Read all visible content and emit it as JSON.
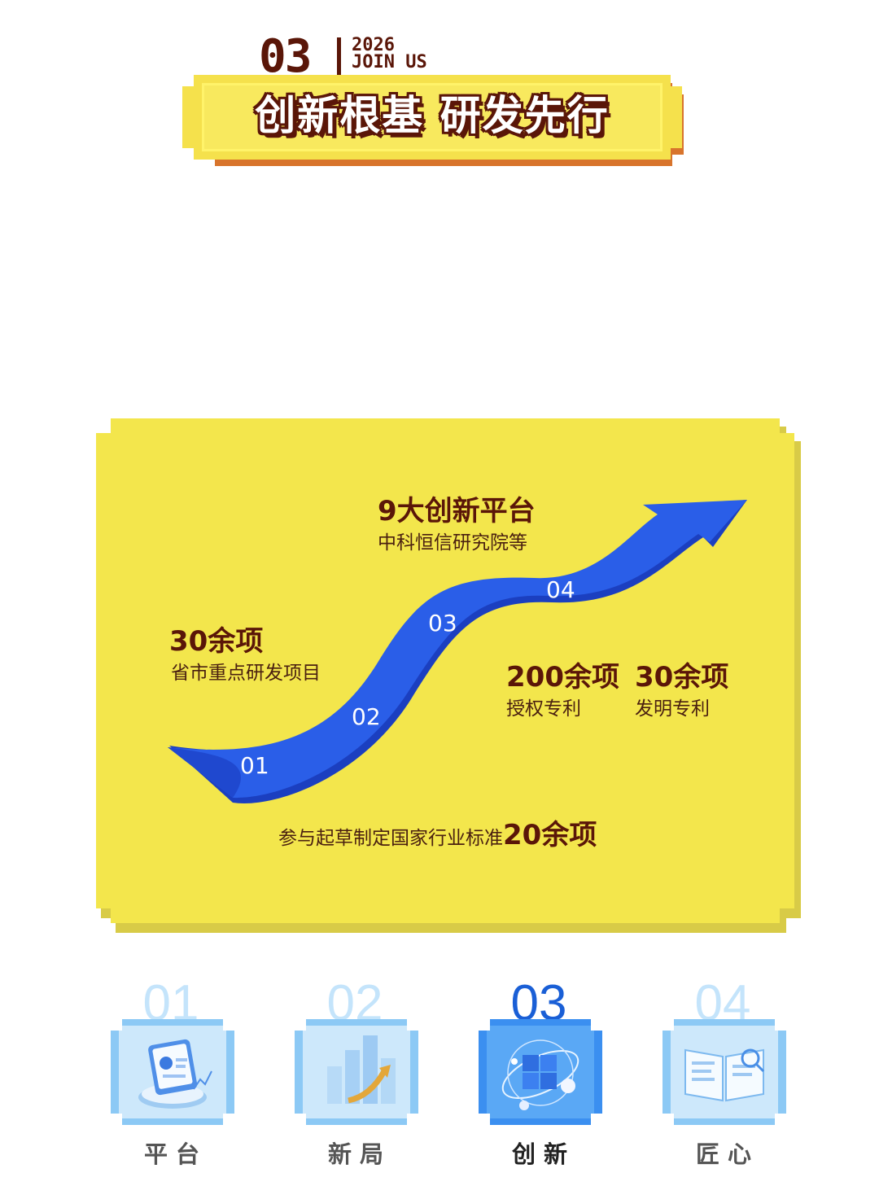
{
  "header": {
    "section_number": "03",
    "year": "2026",
    "join": "JOIN US",
    "title": "创新根基  研发先行"
  },
  "stats": {
    "left": {
      "value": "30余项",
      "desc": "省市重点研发项目"
    },
    "top": {
      "value": "9大创新平台",
      "desc": "中科恒信研究院等"
    },
    "mid1": {
      "value": "200余项",
      "desc": "授权专利"
    },
    "mid2": {
      "value": "30余项",
      "desc": "发明专利"
    },
    "standard": {
      "text": "参与起草制定国家行业标准",
      "value": "20余项"
    }
  },
  "path_steps": [
    "01",
    "02",
    "03",
    "04"
  ],
  "nav": [
    {
      "number": "01",
      "label": "平台",
      "active": false,
      "icon": "clipboard-chart-icon"
    },
    {
      "number": "02",
      "label": "新局",
      "active": false,
      "icon": "growth-bars-icon"
    },
    {
      "number": "03",
      "label": "创新",
      "active": true,
      "icon": "cube-orbit-icon"
    },
    {
      "number": "04",
      "label": "匠心",
      "active": false,
      "icon": "open-book-icon"
    }
  ],
  "colors": {
    "brown": "#5a1608",
    "yellow": "#f3e64c",
    "arrow_blue": "#2a5ee8",
    "nav_active_num": "#1a5fd6",
    "nav_inactive_num": "#c4e4fb"
  }
}
